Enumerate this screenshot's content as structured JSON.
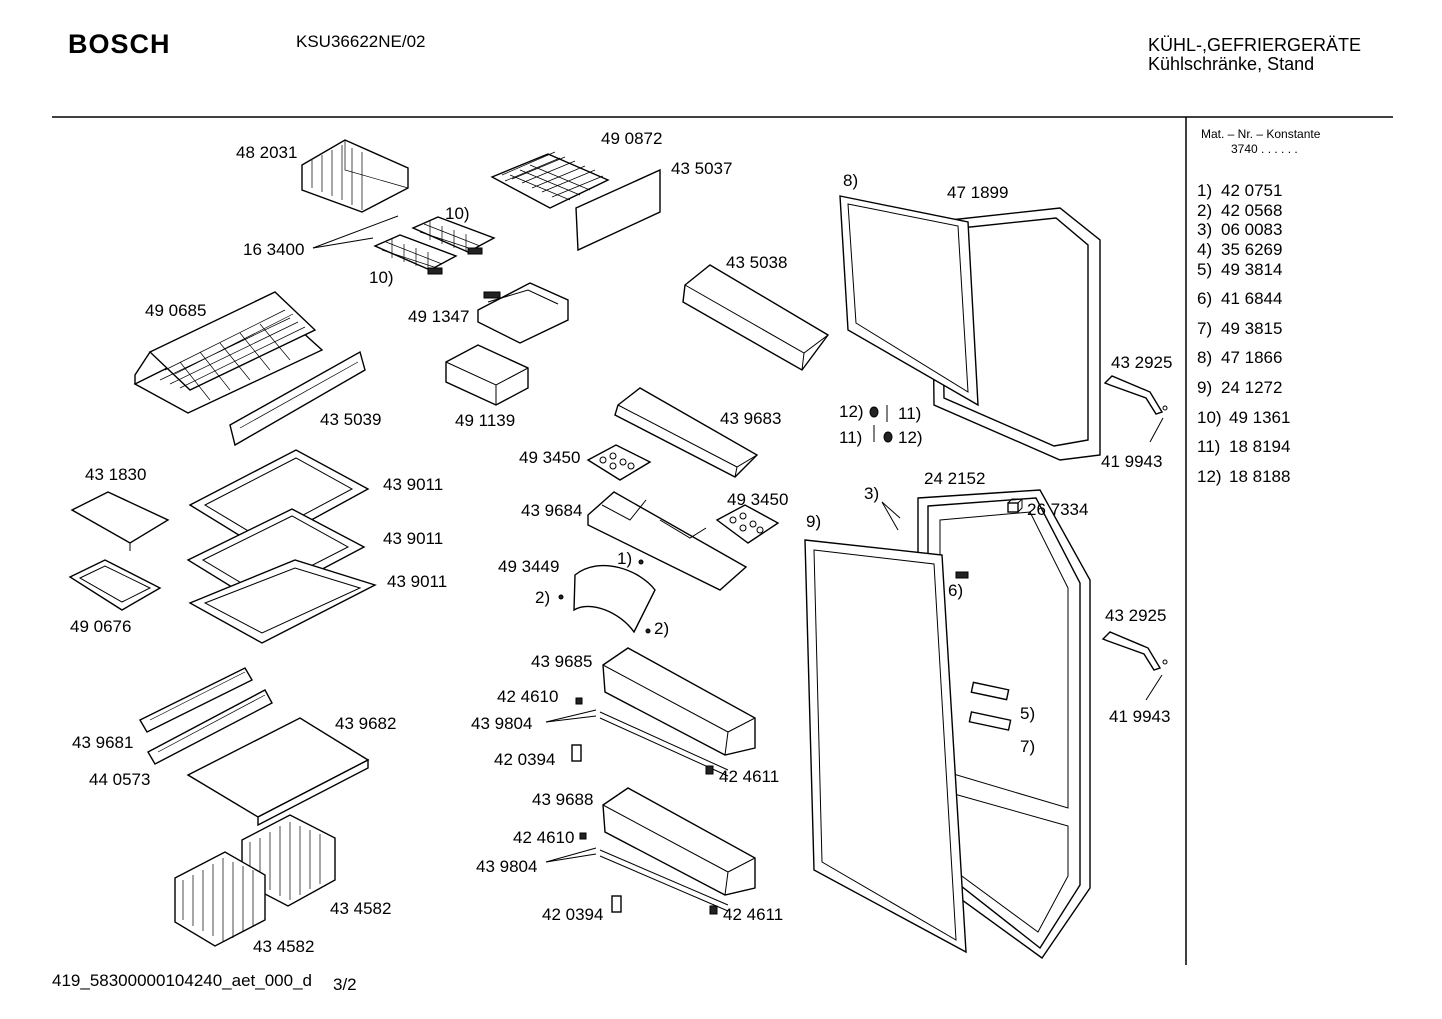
{
  "header": {
    "brand": "BOSCH",
    "model": "KSU36622NE/02",
    "category_line1": "KÜHL-,GEFRIERGERÄTE",
    "category_line2": "Kühlschränke, Stand"
  },
  "footer": {
    "doc_id": "419_58300000104240_aet_000_d",
    "page": "3/2"
  },
  "legend": {
    "header": "Mat. – Nr. – Konstante",
    "constant": "3740 . .   . . . .",
    "items": [
      {
        "key": "1)",
        "value": "42 0751"
      },
      {
        "key": "2)",
        "value": "42 0568"
      },
      {
        "key": "3)",
        "value": "06 0083"
      },
      {
        "key": "4)",
        "value": "35 6269"
      },
      {
        "key": "5)",
        "value": "49 3814"
      },
      {
        "key": "6)",
        "value": "41 6844"
      },
      {
        "key": "7)",
        "value": "49 3815"
      },
      {
        "key": "8)",
        "value": "47 1866"
      },
      {
        "key": "9)",
        "value": "24 1272"
      },
      {
        "key": "10)",
        "value": "49 1361"
      },
      {
        "key": "11)",
        "value": "18 8194"
      },
      {
        "key": "12)",
        "value": "18 8188"
      }
    ]
  },
  "labels": {
    "p482031": "48 2031",
    "p490872": "49 0872",
    "p435037": "43 5037",
    "p163400": "16 3400",
    "r10a": "10)",
    "r10b": "10)",
    "p490685": "49 0685",
    "p491347": "49 1347",
    "p435038": "43 5038",
    "p491139": "49 1139",
    "p435039": "43 5039",
    "p439683": "43 9683",
    "p431830": "43 1830",
    "p439011a": "43 9011",
    "p439011b": "43 9011",
    "p439011c": "43 9011",
    "p490676": "49 0676",
    "p493450a": "49 3450",
    "p439684": "43 9684",
    "p493450b": "49 3450",
    "p493449": "49 3449",
    "r1": "1)",
    "r2a": "2)",
    "r2b": "2)",
    "p439685": "43 9685",
    "p424610a": "42 4610",
    "p439804a": "43 9804",
    "p420394a": "42 0394",
    "p424611a": "42 4611",
    "p439681": "43 9681",
    "p439682": "43 9682",
    "p440573": "44 0573",
    "p439688": "43 9688",
    "p424610b": "42 4610",
    "p439804b": "43 9804",
    "p420394b": "42 0394",
    "p424611b": "42 4611",
    "p434582a": "43 4582",
    "p434582b": "43 4582",
    "r8": "8)",
    "p471899": "47 1899",
    "p432925a": "43 2925",
    "p419943a": "41 9943",
    "r12a": "12)",
    "r11a": "11)",
    "r11b": "11)",
    "r12b": "12)",
    "p242152": "24 2152",
    "r3": "3)",
    "p267334": "26 7334",
    "r9": "9)",
    "r6": "6)",
    "p432925b": "43 2925",
    "r5": "5)",
    "p419943b": "41 9943",
    "r7": "7)"
  }
}
